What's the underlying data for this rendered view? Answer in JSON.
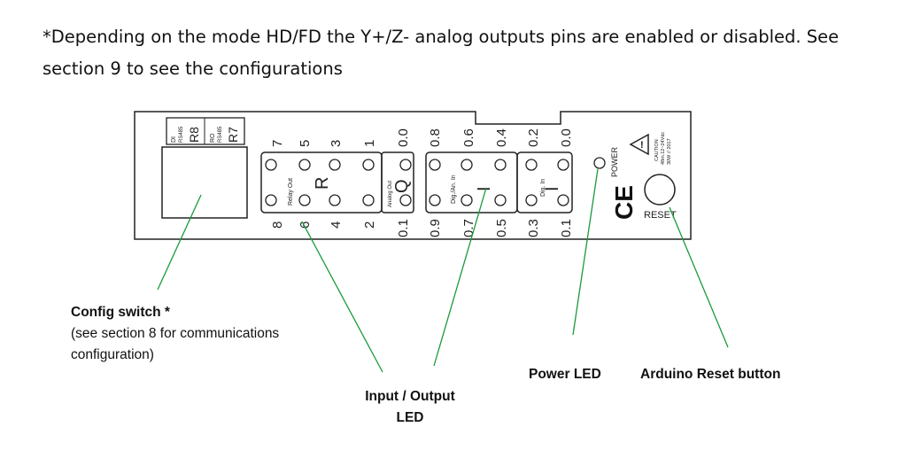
{
  "intro": {
    "line1": "*Depending on the mode HD/FD the Y+/Z- analog outputs pins are enabled or disabled. See",
    "line2": "section 9 to see the configurations"
  },
  "switch_labels": {
    "r8_top": "DI",
    "r8_sub": "RS485",
    "r8": "R8",
    "r7_top": "RO",
    "r7_sub": "RS485",
    "r7": "R7"
  },
  "relay": {
    "top_numbers": [
      "7",
      "5",
      "3",
      "1"
    ],
    "bottom_numbers": [
      "8",
      "6",
      "4",
      "2"
    ],
    "group_label": "Relay Out",
    "letter": "R"
  },
  "analog_out": {
    "top": "0.0",
    "bottom": "0.1",
    "group_label": "Analog Out",
    "letter": "Q"
  },
  "dig_an_in": {
    "top_numbers": [
      "0.8",
      "0.6",
      "0.4"
    ],
    "bottom_numbers": [
      "0.9",
      "0.7",
      "0.5"
    ],
    "group_label": "Dig./An. In",
    "letter": "I"
  },
  "dig_in": {
    "top_numbers": [
      "0.2",
      "0.0"
    ],
    "bottom_numbers": [
      "0.3",
      "0.1"
    ],
    "group_label": "Dig. In",
    "letter": "I"
  },
  "board": {
    "power_label": "POWER",
    "ce_mark": "CE",
    "reset_label": "RESET",
    "warning_line1": "CAUTION",
    "warning_line2": "48m.12~24Vdc",
    "warning_line3": "30W // 2017"
  },
  "callouts": {
    "config_title": "Config switch *",
    "config_desc1": "(see section 8 for communications",
    "config_desc2": "configuration)",
    "io_line1": "Input / Output",
    "io_line2": "LED",
    "power_led": "Power LED",
    "reset_button": "Arduino Reset button"
  },
  "colors": {
    "leader_line": "#1a9a3a",
    "panel_stroke": "#222222"
  }
}
